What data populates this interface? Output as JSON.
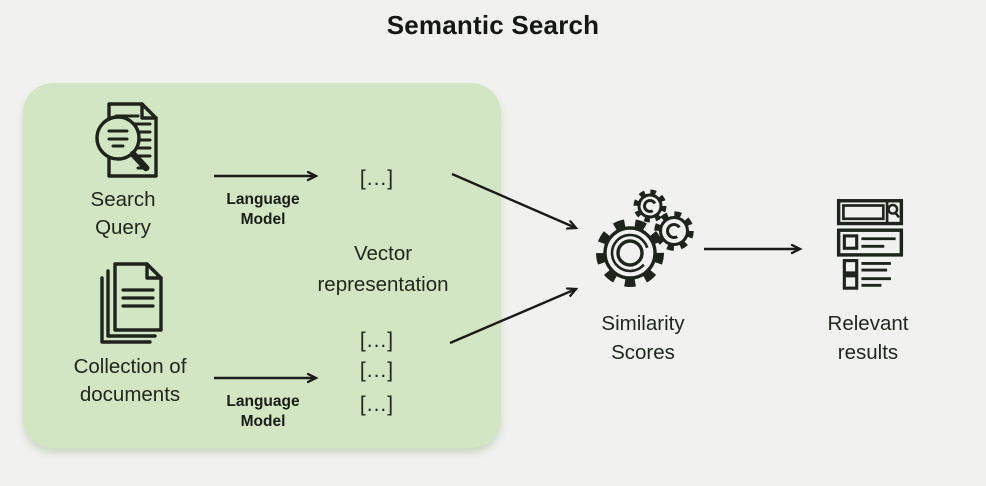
{
  "title": "Semantic Search",
  "colors": {
    "background": "#f1f1ef",
    "panel_green": "#d3e6c3",
    "stroke_dark": "#1e241c",
    "text_dark": "#20281e"
  },
  "inputs": {
    "search_query_label": "Search\nQuery",
    "collection_label": "Collection of\ndocuments"
  },
  "language_model_top_label": "Language\nModel",
  "language_model_bottom_label": "Language\nModel",
  "vectors": {
    "section_label": "Vector\nrepresentation",
    "query_vector": "[...]",
    "doc_vectors": [
      "[...]",
      "[...]",
      "[...]"
    ]
  },
  "scoring_label": "Similarity\nScores",
  "output_label": "Relevant\nresults",
  "icons": [
    "document-search-icon",
    "documents-stack-icon",
    "gears-icon",
    "search-results-icon"
  ]
}
